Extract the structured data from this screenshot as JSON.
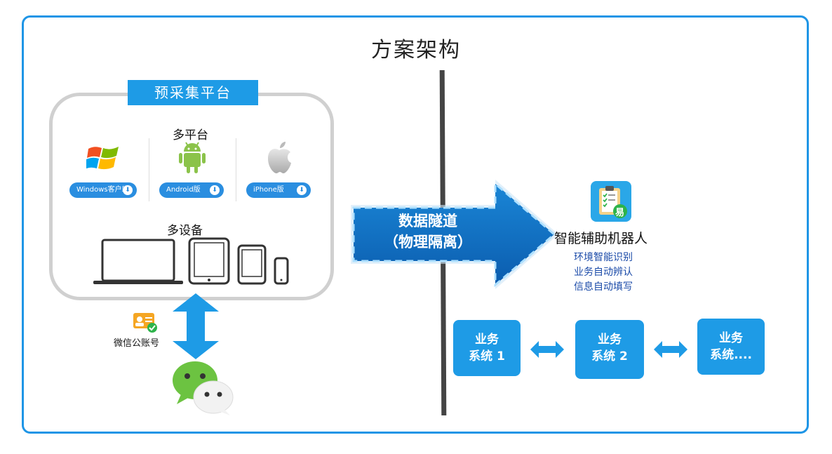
{
  "title": "方案架构",
  "platform": {
    "label": "预采集平台",
    "multi_platform": "多平台",
    "multi_device": "多设备",
    "downloads": [
      "Windows客户端",
      "Android版",
      "iPhone版"
    ]
  },
  "wechat": {
    "label": "微信公账号"
  },
  "tunnel": {
    "line1": "数据隧道",
    "line2": "（物理隔离）"
  },
  "robot": {
    "name": "智能辅助机器人",
    "icon_text": "易",
    "features": [
      "环境智能识别",
      "业务自动辨认",
      "信息自动填写"
    ]
  },
  "systems": [
    {
      "line1": "业务",
      "line2": "系统 1"
    },
    {
      "line1": "业务",
      "line2": "系统 2"
    },
    {
      "line1": "业务",
      "line2": "系统...."
    }
  ],
  "colors": {
    "accent": "#1e9be6",
    "frame": "#1e95e6",
    "arrow": "#0b6cc4",
    "feature_text": "#1a4aa8"
  }
}
